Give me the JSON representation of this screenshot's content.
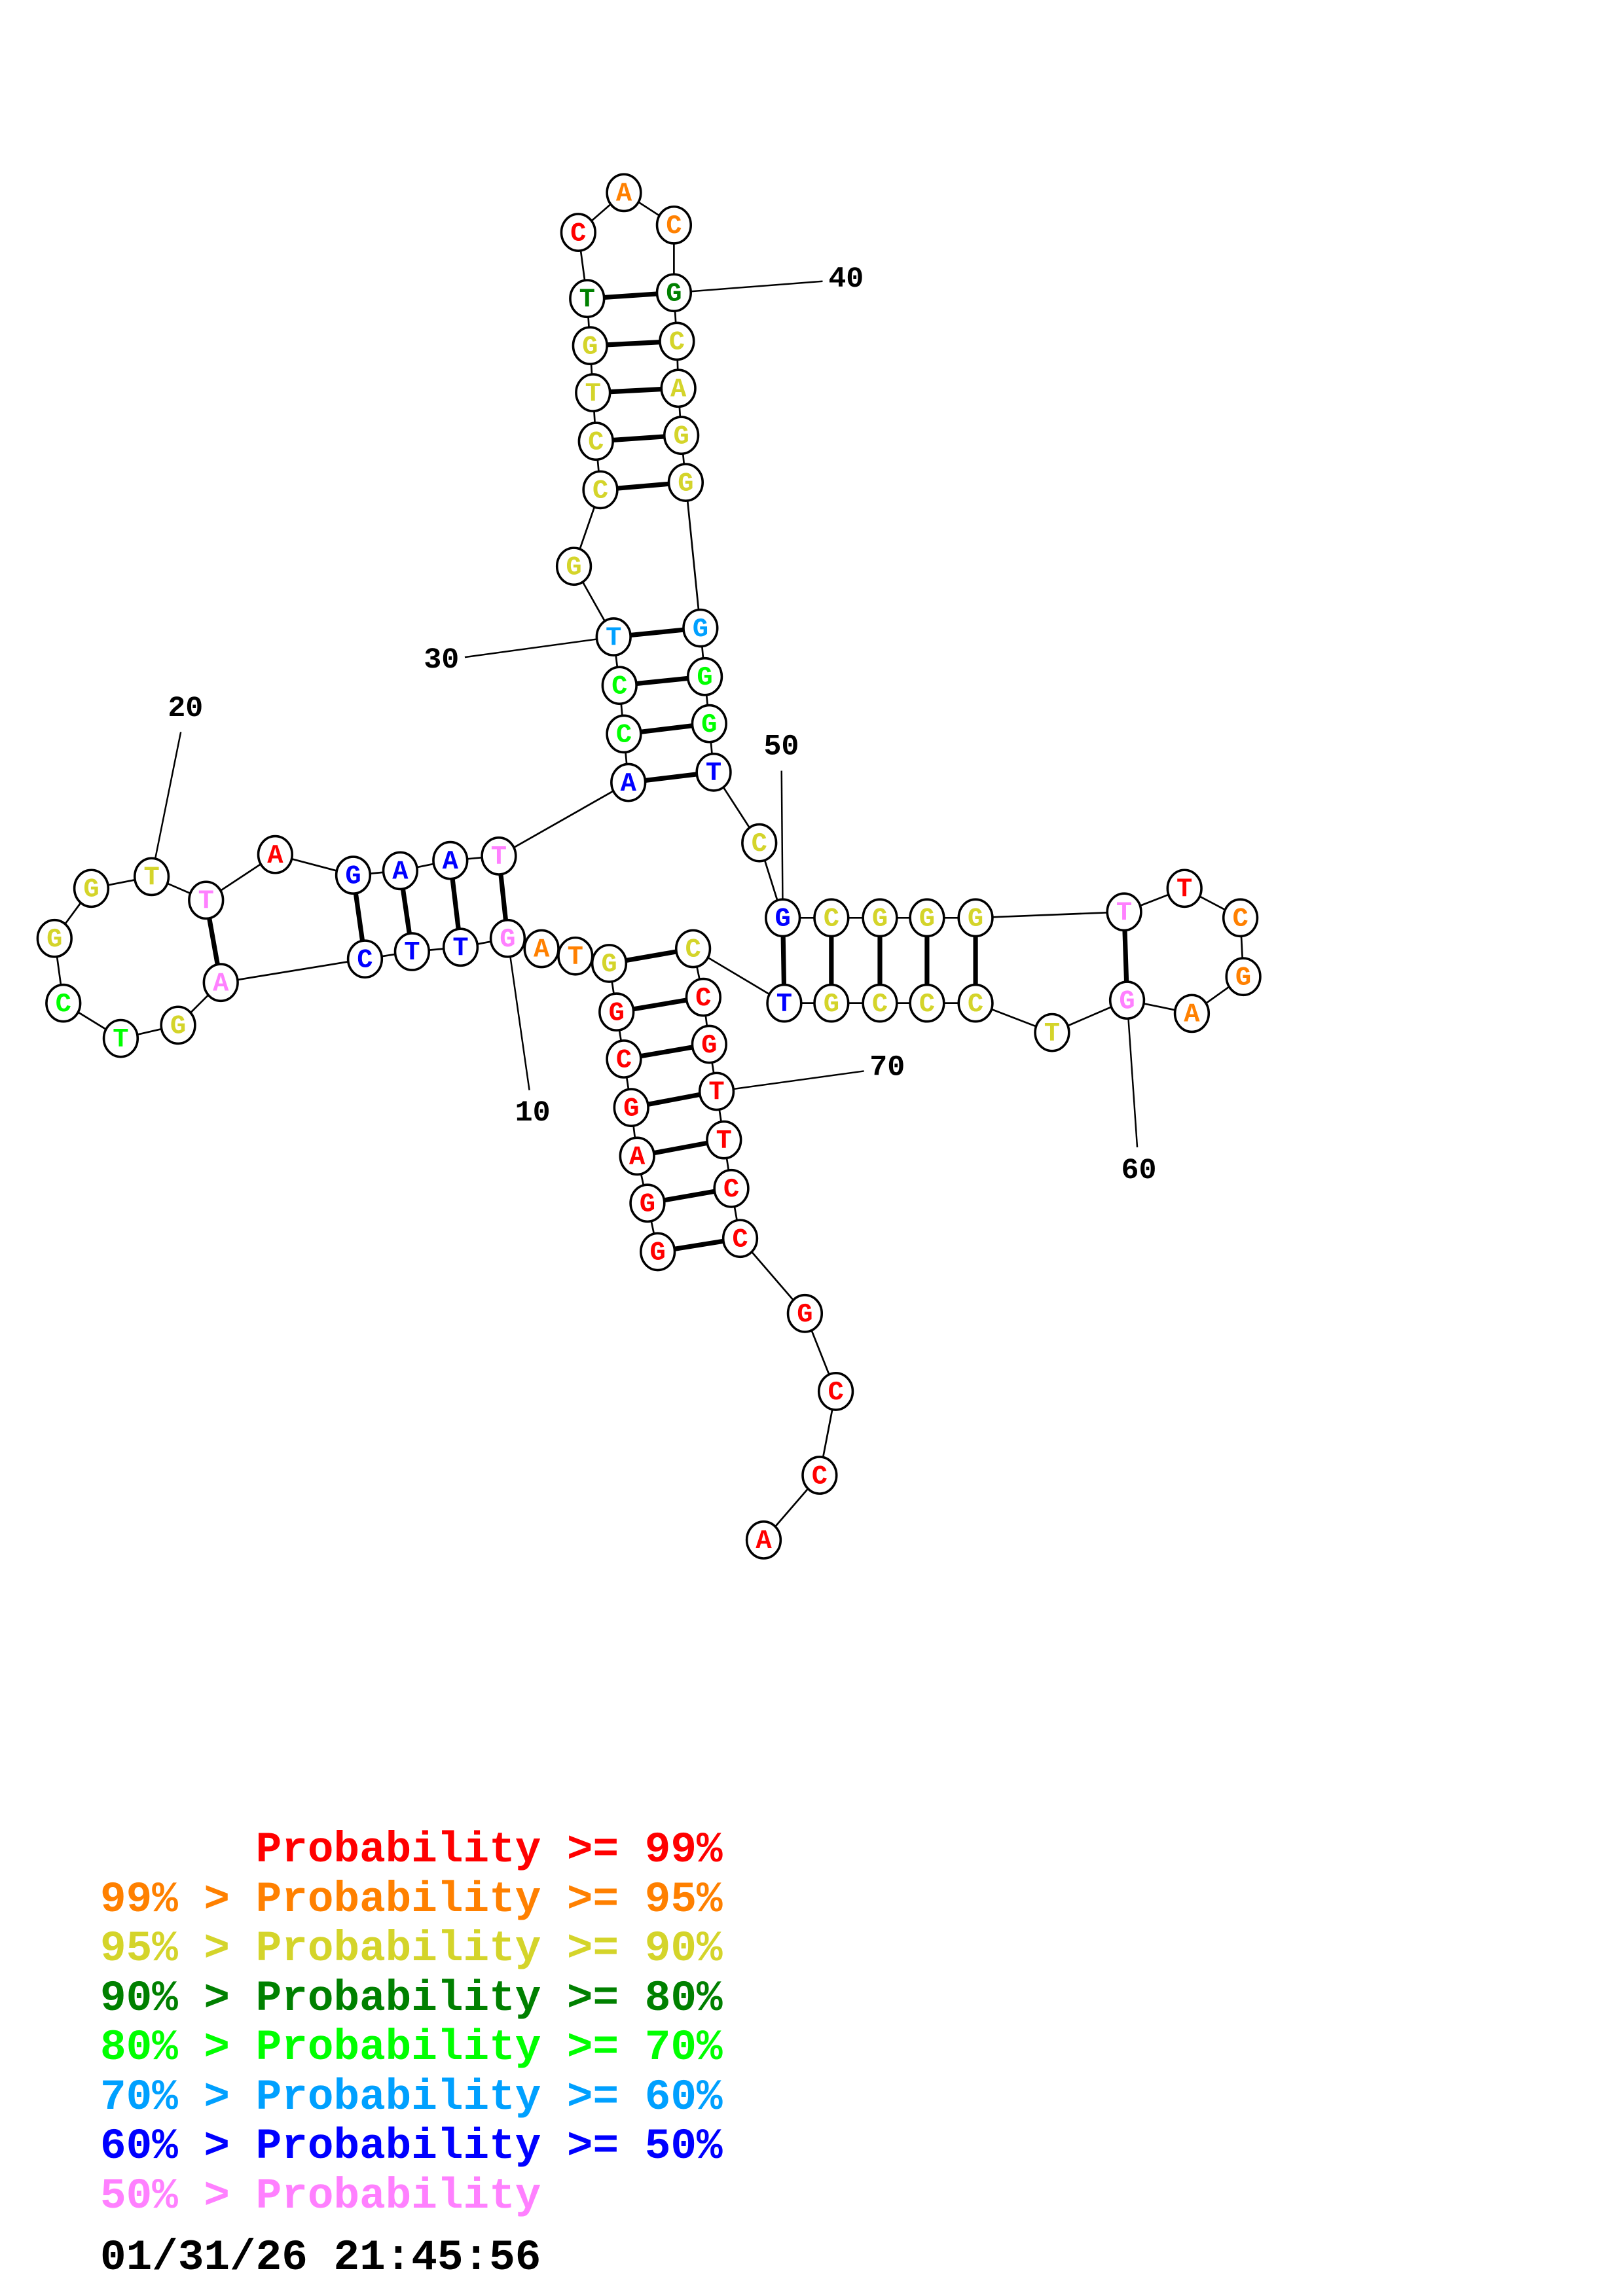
{
  "structure": {
    "sequence": [
      "G",
      "G",
      "A",
      "G",
      "C",
      "G",
      "G",
      "T",
      "A",
      "G",
      "T",
      "T",
      "C",
      "A",
      "G",
      "T",
      "C",
      "G",
      "G",
      "T",
      "T",
      "A",
      "G",
      "A",
      "A",
      "T",
      "A",
      "C",
      "C",
      "T",
      "G",
      "C",
      "C",
      "T",
      "G",
      "T",
      "C",
      "A",
      "C",
      "G",
      "C",
      "A",
      "G",
      "G",
      "G",
      "G",
      "G",
      "T",
      "C",
      "G",
      "C",
      "G",
      "G",
      "G",
      "T",
      "T",
      "C",
      "G",
      "A",
      "G",
      "T",
      "C",
      "C",
      "C",
      "G",
      "T",
      "C",
      "C",
      "G",
      "T",
      "T",
      "C",
      "C",
      "G",
      "C",
      "C",
      "A"
    ],
    "probability_class": [
      0,
      0,
      0,
      0,
      0,
      0,
      2,
      1,
      1,
      7,
      6,
      6,
      6,
      7,
      2,
      4,
      4,
      2,
      2,
      2,
      7,
      0,
      6,
      6,
      6,
      7,
      6,
      4,
      4,
      5,
      2,
      2,
      2,
      2,
      2,
      3,
      0,
      1,
      1,
      3,
      2,
      2,
      2,
      2,
      5,
      4,
      4,
      6,
      2,
      6,
      2,
      2,
      2,
      2,
      7,
      0,
      1,
      1,
      1,
      7,
      2,
      2,
      2,
      2,
      2,
      6,
      2,
      0,
      0,
      0,
      0,
      0,
      0,
      0,
      0,
      0,
      0
    ],
    "pairs": [
      [
        1,
        73
      ],
      [
        2,
        72
      ],
      [
        3,
        71
      ],
      [
        4,
        70
      ],
      [
        5,
        69
      ],
      [
        6,
        68
      ],
      [
        7,
        67
      ],
      [
        10,
        26
      ],
      [
        11,
        25
      ],
      [
        12,
        24
      ],
      [
        13,
        23
      ],
      [
        14,
        21
      ],
      [
        27,
        48
      ],
      [
        28,
        47
      ],
      [
        29,
        46
      ],
      [
        30,
        45
      ],
      [
        32,
        44
      ],
      [
        33,
        43
      ],
      [
        34,
        42
      ],
      [
        35,
        41
      ],
      [
        36,
        40
      ],
      [
        50,
        66
      ],
      [
        51,
        65
      ],
      [
        52,
        64
      ],
      [
        53,
        63
      ],
      [
        54,
        62
      ],
      [
        55,
        60
      ]
    ],
    "position_labels": [
      {
        "position": 10,
        "text": "10"
      },
      {
        "position": 20,
        "text": "20"
      },
      {
        "position": 30,
        "text": "30"
      },
      {
        "position": 40,
        "text": "40"
      },
      {
        "position": 50,
        "text": "50"
      },
      {
        "position": 60,
        "text": "60"
      },
      {
        "position": 70,
        "text": "70"
      }
    ]
  },
  "legend": {
    "colors": [
      "#ff0000",
      "#ff8000",
      "#d4d42a",
      "#008000",
      "#00ff00",
      "#00a0ff",
      "#0000ff",
      "#ff80ff"
    ],
    "lines": [
      "      Probability >= 99%",
      "99% > Probability >= 95%",
      "95% > Probability >= 90%",
      "90% > Probability >= 80%",
      "80% > Probability >= 70%",
      "70% > Probability >= 60%",
      "60% > Probability >= 50%",
      "50% > Probability"
    ]
  },
  "timestamp": "01/31/26 21:45:56"
}
